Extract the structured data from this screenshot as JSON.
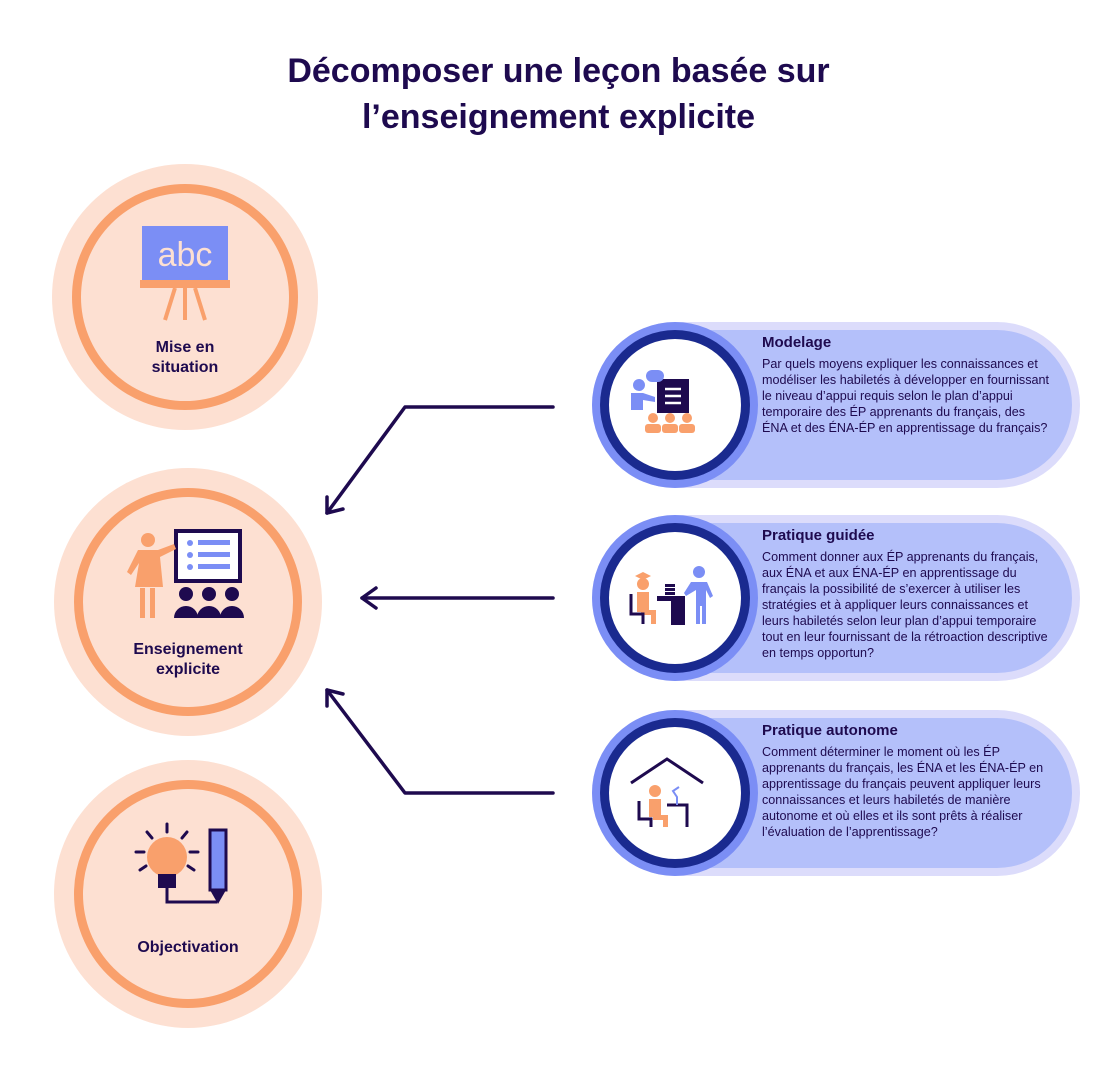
{
  "title": {
    "line1": "Décomposer une leçon basée sur",
    "line2": "l’enseignement explicite"
  },
  "stages": [
    {
      "label1": "Mise en",
      "label2": "situation",
      "icon": "chalkboard-abc-icon",
      "icon_text": "abc"
    },
    {
      "label1": "Enseignement",
      "label2": "explicite",
      "icon": "teacher-presenting-icon"
    },
    {
      "label1": "Objectivation",
      "label2": "",
      "icon": "lightbulb-pencil-icon"
    }
  ],
  "phases": [
    {
      "title": "Modelage",
      "text": "Par quels moyens expliquer les connaissances et modéliser les habiletés à développer en fournissant le niveau d’appui requis selon le plan d’appui temporaire des ÉP apprenants du français, des ÉNA et des ÉNA-ÉP en apprentissage du français?",
      "icon": "presenter-audience-icon"
    },
    {
      "title": "Pratique guidée",
      "text": "Comment donner aux ÉP apprenants du français, aux ÉNA et aux ÉNA-ÉP en apprentissage du français la possibilité de s’exercer à utiliser les stratégies et à appliquer leurs connaissances et leurs habiletés selon leur plan d’appui temporaire tout en leur fournissant de la rétroaction descriptive en temps opportun?",
      "icon": "student-teacher-desk-icon"
    },
    {
      "title": "Pratique autonome",
      "text": "Comment déterminer le moment où les ÉP apprenants du français, les ÉNA et les ÉNA-ÉP en apprentissage du français peuvent appliquer leurs connaissances et leurs habiletés de manière autonome et où elles et ils sont prêts à réaliser l’évaluation de l’apprentissage?",
      "icon": "student-home-desk-icon"
    }
  ],
  "colors": {
    "navy": "#1e0a4f",
    "orange": "#f9a06c",
    "peach": "#fde0d2",
    "lavender": "#b4c0fa",
    "blue": "#1a2a8f"
  }
}
